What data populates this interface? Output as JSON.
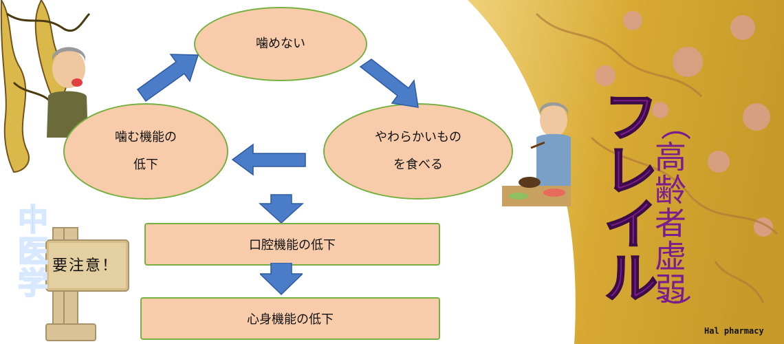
{
  "diagram": {
    "cycle": {
      "top": "噛めない",
      "right_line1": "やわらかいもの",
      "right_line2": "を食べる",
      "left_line1": "噛む機能の",
      "left_line2": "低下"
    },
    "box1": "口腔機能の低下",
    "box2": "心身機能の低下"
  },
  "title": {
    "main": "フレイル",
    "paren_open": "（",
    "sub": "高齢者虚弱",
    "paren_close": "）"
  },
  "sign": {
    "vertical_logo": "中医学",
    "text": "要注意！"
  },
  "credit": "Hal pharmacy",
  "colors": {
    "node_fill": "#f8ccaa",
    "node_border": "#76b041",
    "arrow": "#4a7cc8",
    "title_purple": "#7b1d8c",
    "gold": "#d9a930",
    "logo_blue": "#1a4fd8"
  }
}
